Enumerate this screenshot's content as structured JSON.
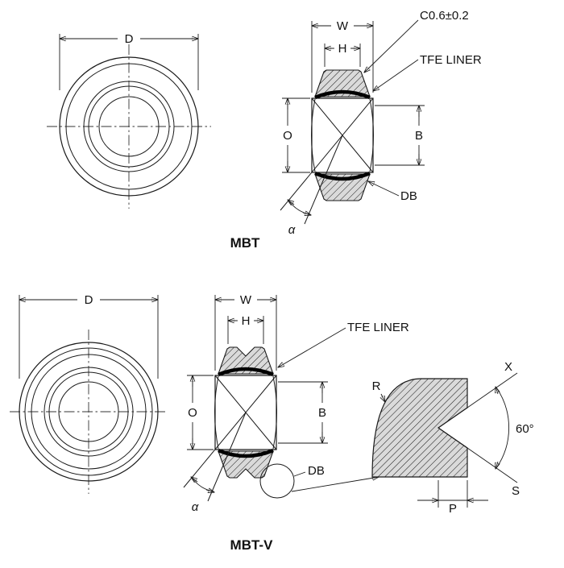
{
  "figures": {
    "mbt": {
      "caption": "MBT",
      "dims": {
        "d": "D",
        "w": "W",
        "h": "H",
        "o": "O",
        "b": "B",
        "db": "DB",
        "alpha": "α"
      },
      "callouts": {
        "chamfer": "C0.6±0.2",
        "liner": "TFE LINER"
      }
    },
    "mbt_v": {
      "caption": "MBT-V",
      "dims": {
        "d": "D",
        "w": "W",
        "h": "H",
        "o": "O",
        "b": "B",
        "db": "DB",
        "alpha": "α",
        "r": "R",
        "x": "X",
        "s": "S",
        "p": "P",
        "groove_angle": "60°"
      },
      "callouts": {
        "liner": "TFE LINER"
      }
    }
  },
  "colors": {
    "line": "#1a1a1a",
    "liner": "#000000",
    "section_fill": "#dadada",
    "background": "#ffffff"
  }
}
